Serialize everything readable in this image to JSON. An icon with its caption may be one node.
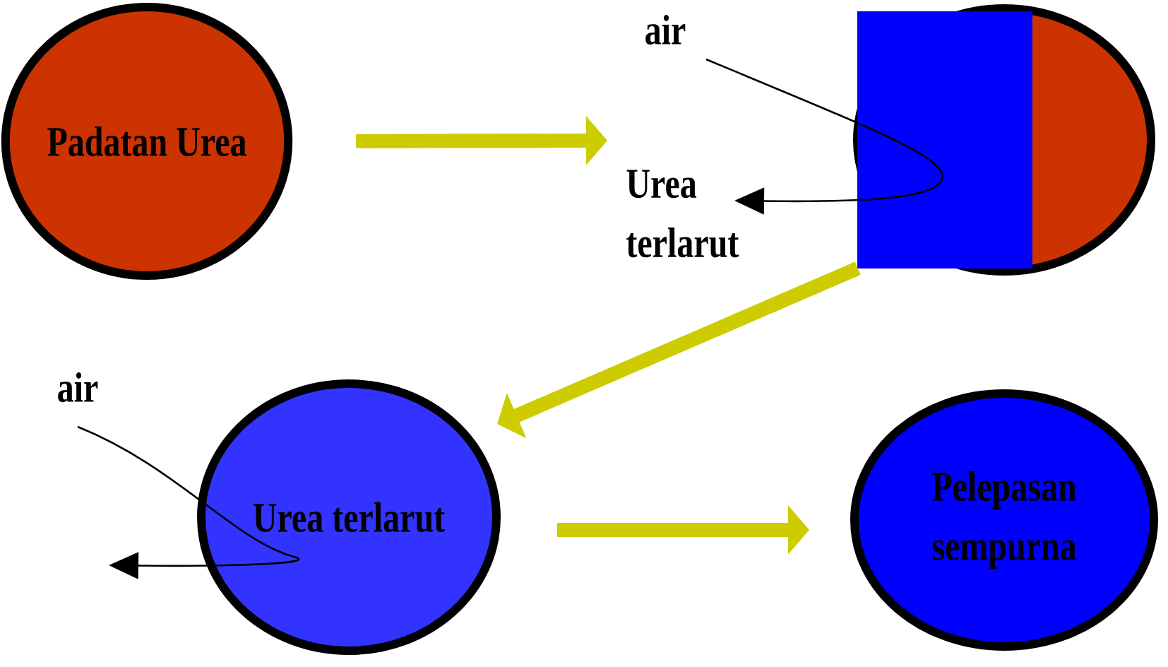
{
  "diagram": {
    "nodes": [
      {
        "text": [
          "Padatan Urea"
        ]
      },
      {
        "text": [],
        "shape": "circle",
        "beside": [
          "air",
          "Urea terlarut"
        ]
      },
      {
        "text": [
          "Urea terlarut"
        ],
        "beside": [
          "air"
        ]
      },
      {
        "text": [
          "Pelepasan sempurna"
        ]
      }
    ],
    "edges": [
      {
        "from": 0,
        "to": 1,
        "arrow": "to"
      },
      {
        "from": 1,
        "to": 2,
        "arrow": "to"
      },
      {
        "from": 2,
        "to": 3,
        "arrow": "to"
      }
    ]
  }
}
